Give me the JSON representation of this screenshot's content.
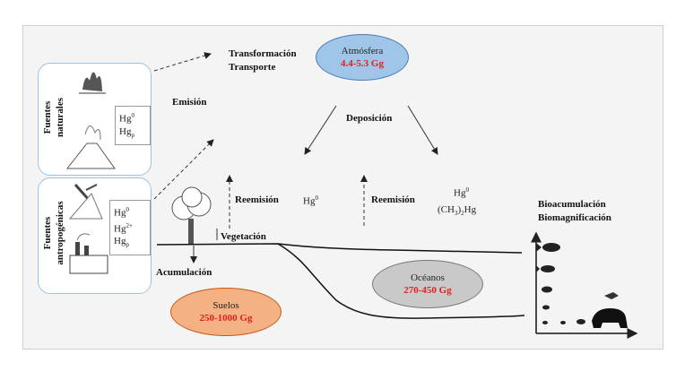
{
  "sources": {
    "natural_title": "Fuentes naturales",
    "natural_title_lines": [
      "Fuentes",
      "naturales"
    ],
    "natural_species": [
      "Hg0",
      "Hgp"
    ],
    "anthropogenic_title": "Fuentes antropogénicas",
    "anthropogenic_title_lines": [
      "Fuentes",
      "antropogénicas"
    ],
    "anthropogenic_species": [
      "Hg0",
      "Hg2+",
      "Hgp"
    ]
  },
  "labels": {
    "emision": "Emisión",
    "transformacion": "Transformación",
    "transporte": "Transporte",
    "deposicion": "Deposición",
    "reemision_left": "Reemisión",
    "reemision_right": "Reemisión",
    "hg0_left": "Hg0",
    "hg0_right": "Hg0",
    "methyl_hg": "(CH3)2Hg",
    "vegetacion": "Vegetación",
    "acumulacion": "Acumulación",
    "bioacumulacion": "Bioacumulación",
    "biomagnificacion": "Biomagnificación"
  },
  "reservoirs": {
    "atmosfera": {
      "name": "Atmósfera",
      "amount": "4.4-5.3 Gg",
      "color": "#9fc5e8"
    },
    "oceanos": {
      "name": "Océanos",
      "amount": "270-450 Gg",
      "color": "#c9c9c9"
    },
    "suelos": {
      "name": "Suelos",
      "amount": "250-1000 Gg",
      "color": "#f4b183"
    }
  },
  "colors": {
    "amount_text": "#e3201b",
    "source_border": "#9bc3e3"
  }
}
